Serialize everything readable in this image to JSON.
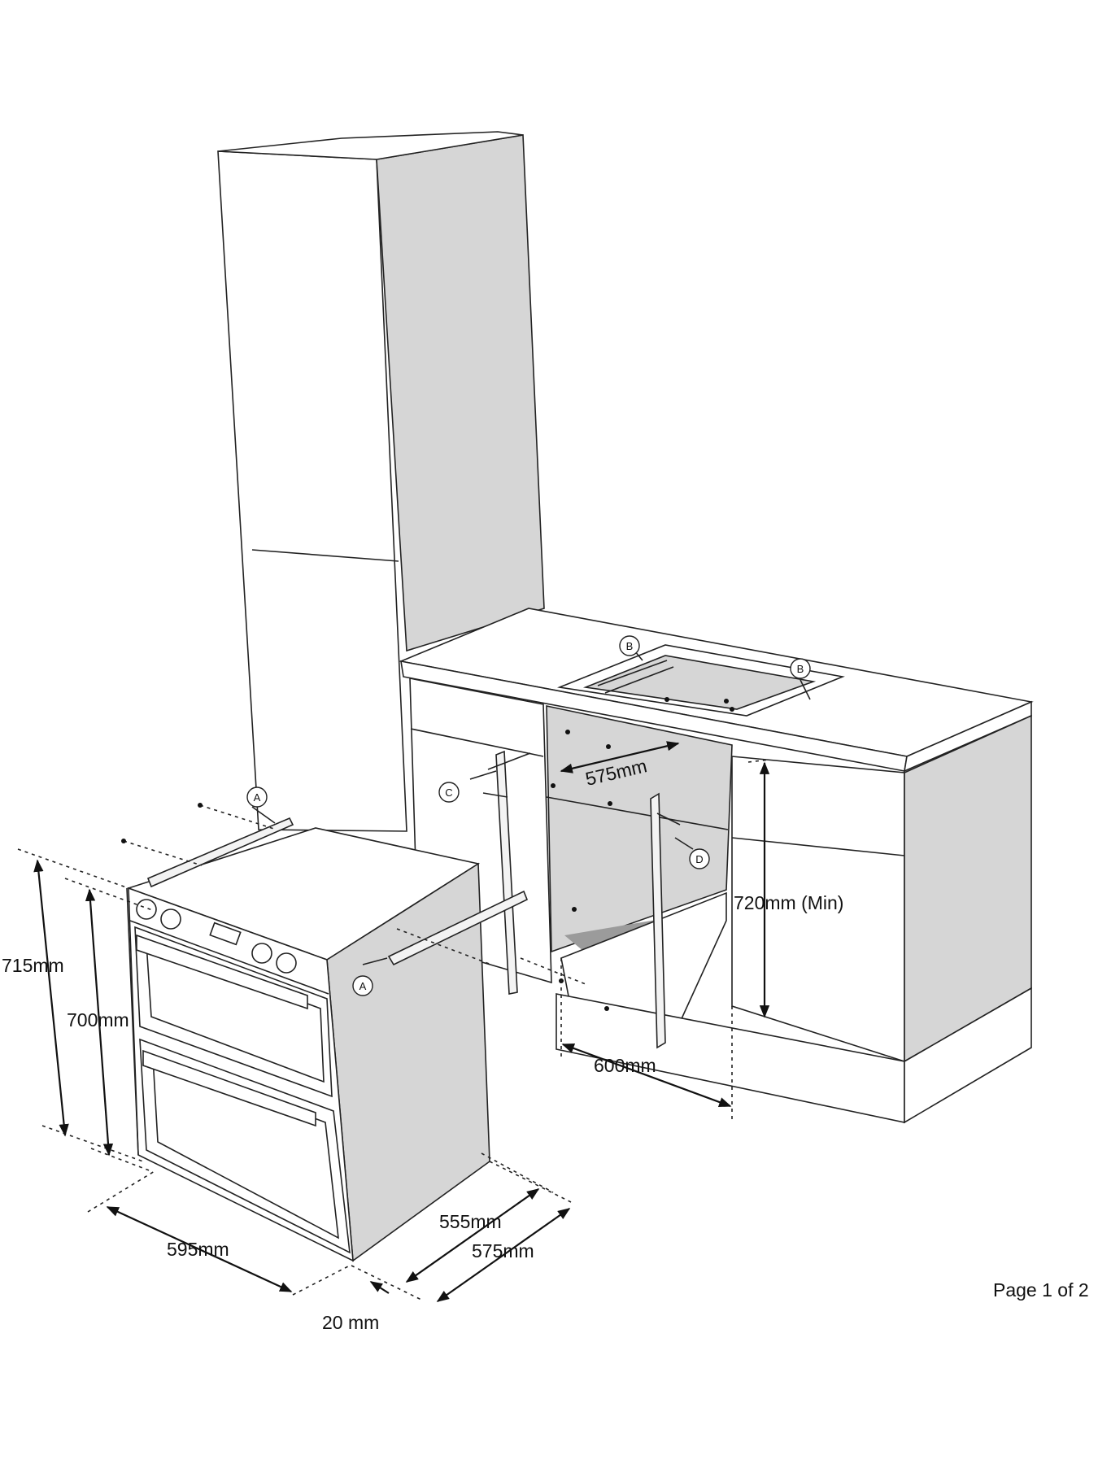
{
  "dimensions": {
    "oven_height_outer": "715mm",
    "oven_height_inner": "700mm",
    "oven_width": "595mm",
    "oven_depth_body": "555mm",
    "oven_depth_total": "575mm",
    "fascia_offset": "20 mm",
    "cavity_depth": "575mm",
    "cavity_height": "720mm (Min)",
    "cavity_width": "600mm"
  },
  "callouts": {
    "a_top": "A",
    "a_side": "A",
    "b_left": "B",
    "b_right": "B",
    "c": "C",
    "d": "D"
  },
  "footer": {
    "page": "Page 1 of 2"
  }
}
